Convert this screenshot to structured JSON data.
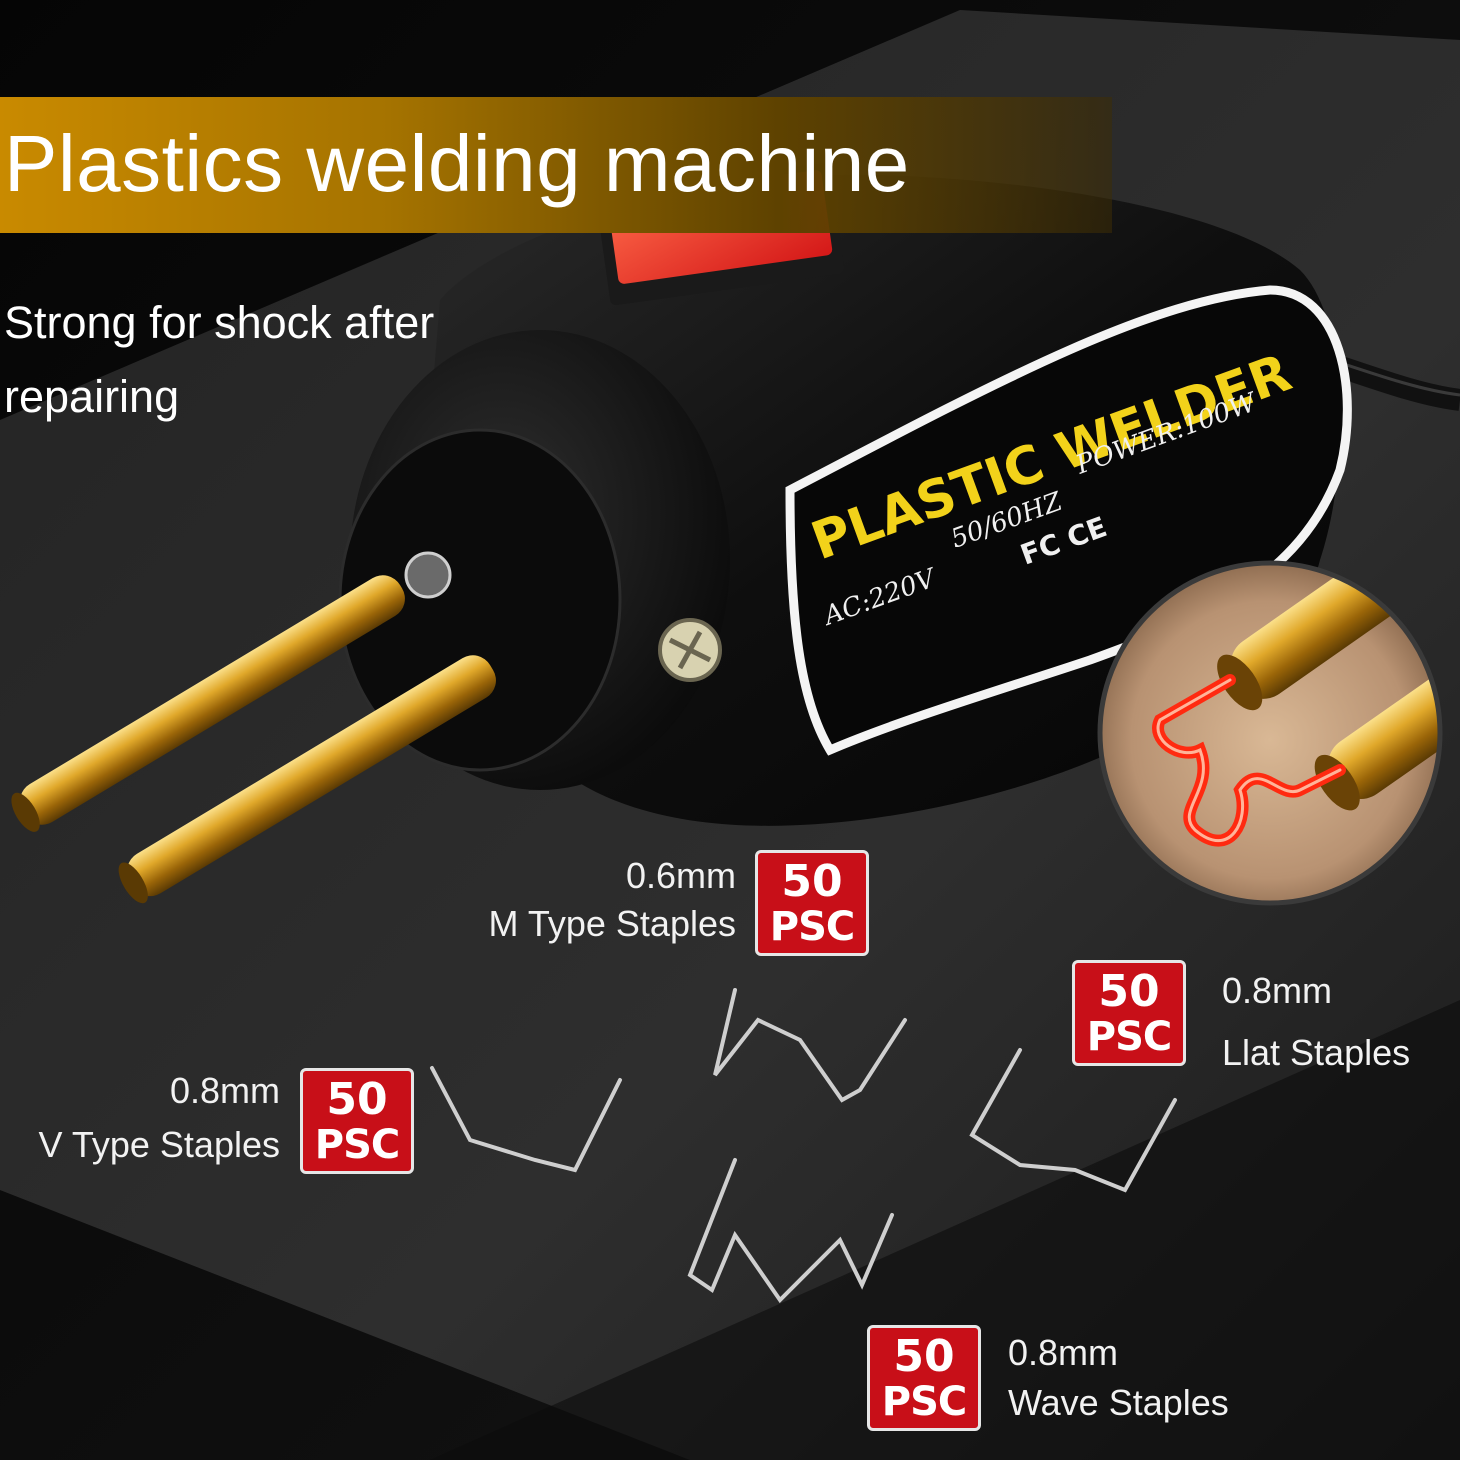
{
  "title": "Plastics welding machine",
  "subtitle": [
    "Strong for shock after",
    "repairing"
  ],
  "label": {
    "brand": "PLASTIC WELDER",
    "voltage": "AC:220V",
    "frequency": "50/60HZ",
    "power": "POWER:100W",
    "certifications": "FC CE"
  },
  "staples": [
    {
      "id": "m",
      "size": "0.6mm",
      "name": "M Type Staples",
      "count": "50",
      "unit": "PSC"
    },
    {
      "id": "llat",
      "size": "0.8mm",
      "name": "Llat Staples",
      "count": "50",
      "unit": "PSC"
    },
    {
      "id": "v",
      "size": "0.8mm",
      "name": "V Type Staples",
      "count": "50",
      "unit": "PSC"
    },
    {
      "id": "wave",
      "size": "0.8mm",
      "name": "Wave Staples",
      "count": "50",
      "unit": "PSC"
    }
  ],
  "colors": {
    "banner": "#c98a00",
    "badge": "#c80f18",
    "label_text": "#f2d21a",
    "electrode": "#d9a21c",
    "background": "#0a0a0a"
  }
}
